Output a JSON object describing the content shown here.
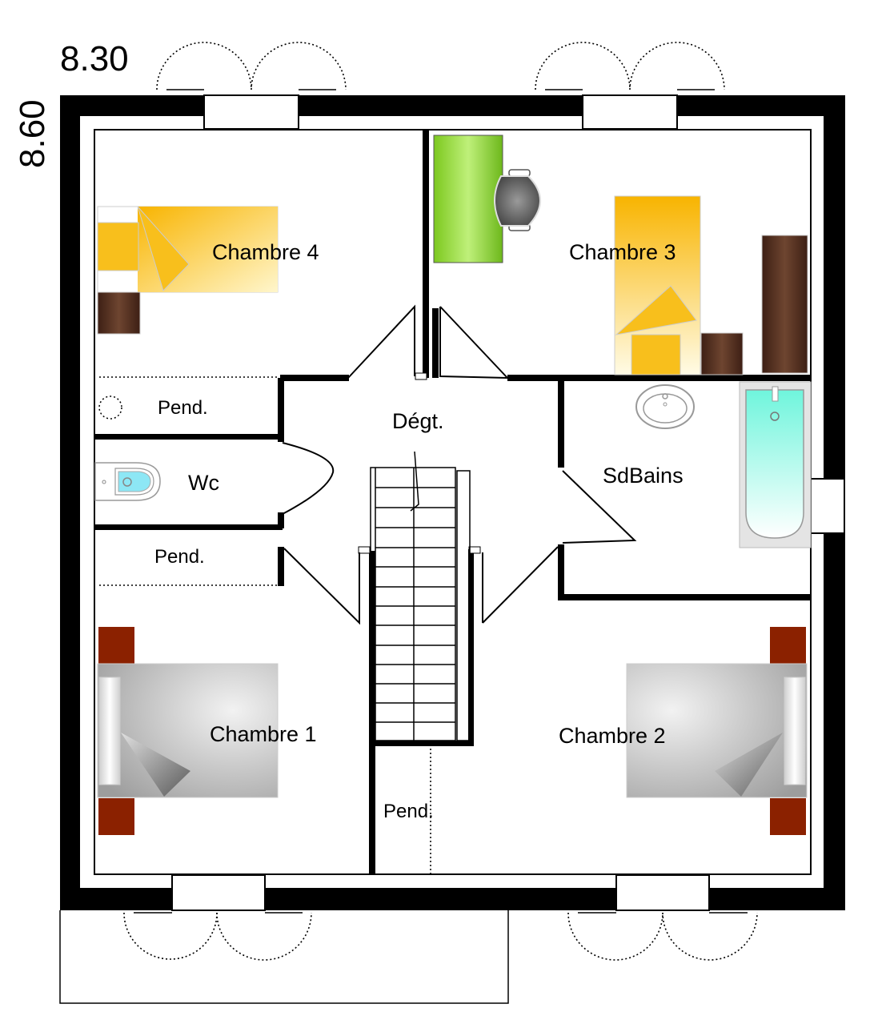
{
  "dimensions": {
    "width": "8.30",
    "depth": "8.60"
  },
  "rooms": {
    "chambre4": "Chambre 4",
    "chambre3": "Chambre 3",
    "chambre1": "Chambre 1",
    "chambre2": "Chambre 2",
    "degagement": "Dégt.",
    "salle_de_bains": "SdBains",
    "wc": "Wc",
    "penderie_haut": "Pend.",
    "penderie_bas": "Pend.",
    "penderie_escalier": "Pend."
  },
  "colors": {
    "wall": "#000000",
    "floor": "#ffffff",
    "bed_yellow": "#f8bf1c",
    "desk_green": "#8ed637",
    "furniture_brown": "#5a3322",
    "nightstand_red": "#8b2100",
    "bed_grey": "#a9a9a9",
    "bath_cyan": "#7ff2dc"
  }
}
